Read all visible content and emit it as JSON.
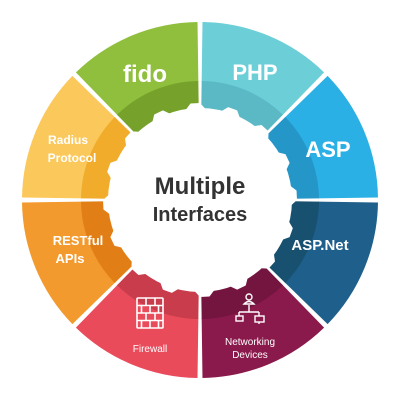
{
  "diagram": {
    "center": {
      "line1": "Multiple",
      "line2": "Interfaces"
    },
    "segments": [
      {
        "key": "php",
        "label": "PHP",
        "color": "#6ccfd8",
        "inner_color": "#5bb9c6"
      },
      {
        "key": "asp",
        "label": "ASP",
        "color": "#2bb0e6",
        "inner_color": "#2596c8"
      },
      {
        "key": "aspnet",
        "label": "ASP.Net",
        "color": "#1f5f8b",
        "inner_color": "#18506f"
      },
      {
        "key": "networking",
        "label_line1": "Networking",
        "label_line2": "Devices",
        "color": "#8a1a4b",
        "inner_color": "#741540",
        "icon": "network-icon"
      },
      {
        "key": "firewall",
        "label": "Firewall",
        "color": "#e94b5b",
        "inner_color": "#c83c4b",
        "icon": "firewall-icon"
      },
      {
        "key": "restful",
        "label_line1": "RESTful",
        "label_line2": "APIs",
        "color": "#f39a2e",
        "inner_color": "#e17f16"
      },
      {
        "key": "radius",
        "label_line1": "Radius",
        "label_line2": "Protocol",
        "color": "#fbc85b",
        "inner_color": "#f2ac2b"
      },
      {
        "key": "fido",
        "label": "fido",
        "color": "#8fbf3c",
        "inner_color": "#76a22c"
      }
    ]
  }
}
